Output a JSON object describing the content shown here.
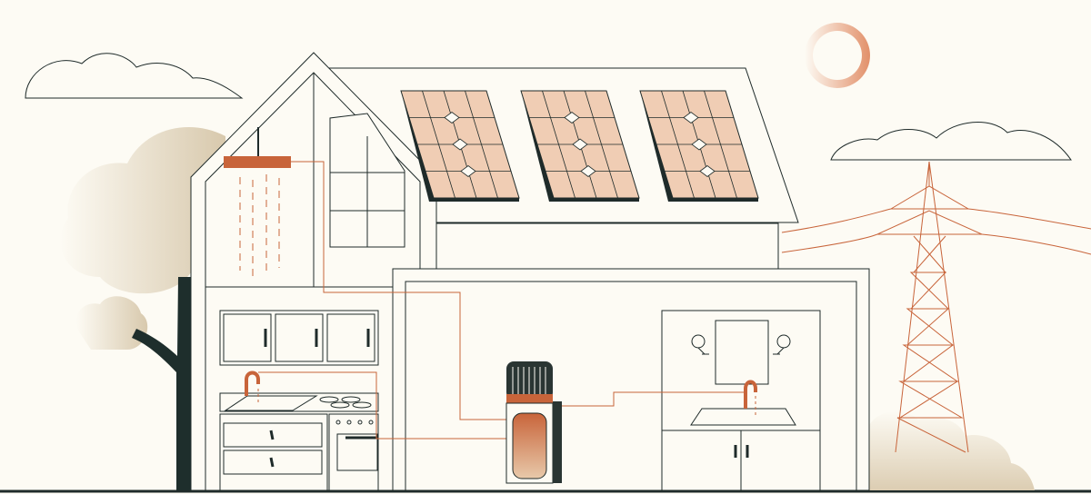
{
  "scene": {
    "subject": "house-with-solar-panels-and-heat-pump-water-heater",
    "colors": {
      "background": "#fdfbf4",
      "outline": "#1f2b2a",
      "accent": "#c8643a",
      "panel_fill": "#f0cdb4",
      "tree_trunk": "#1e2e2c",
      "tank_dark": "#2a3533"
    },
    "icons": [
      "cloud-icon",
      "sun-icon",
      "solar-panel-icon",
      "shower-icon",
      "faucet-icon",
      "water-heater-icon",
      "power-pylon-icon",
      "tree-icon",
      "bush-icon",
      "wall-lamp-icon",
      "mirror-icon"
    ],
    "solar_panels": {
      "count": 3,
      "cells_per_panel": 16
    }
  }
}
